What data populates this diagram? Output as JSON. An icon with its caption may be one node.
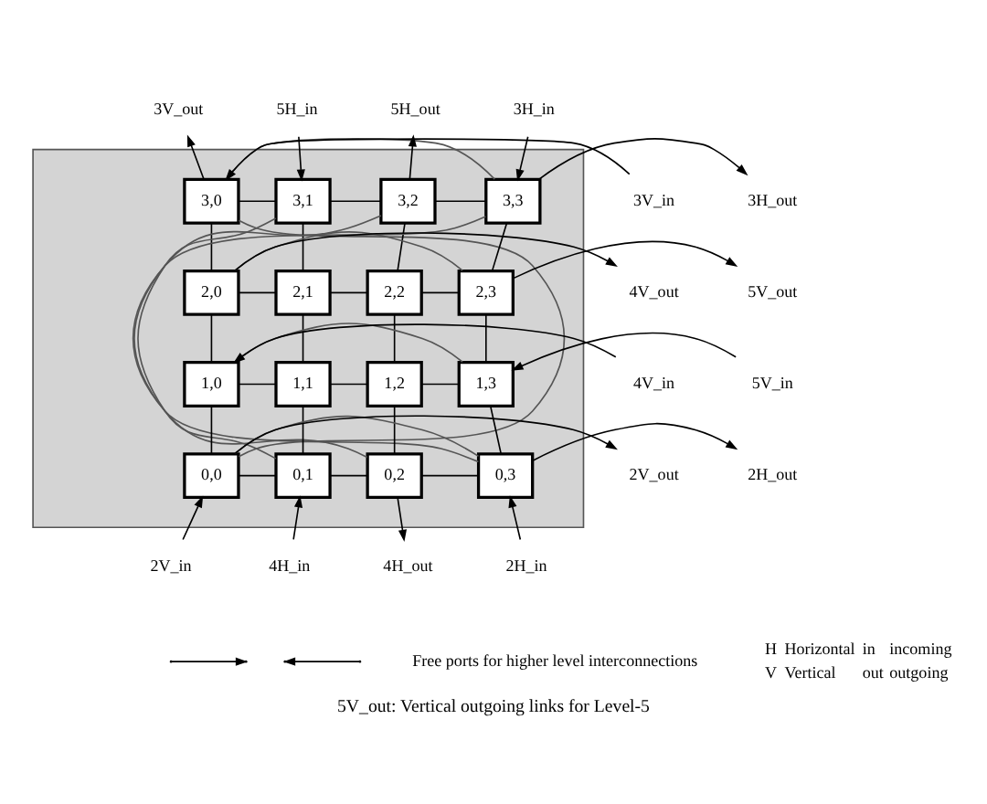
{
  "diagram": {
    "caption": "5V_out: Vertical outgoing links for Level-5",
    "nodes": [
      {
        "text": [],
        "shape": "box"
      },
      {
        "text": [
          "3,0"
        ],
        "in": 0
      },
      {
        "text": [
          "3,1"
        ],
        "in": 0
      },
      {
        "text": [
          "3,2"
        ],
        "in": 0
      },
      {
        "text": [
          "3,3"
        ],
        "in": 0
      },
      {
        "text": [
          "2,0"
        ],
        "in": 0
      },
      {
        "text": [
          "2,1"
        ],
        "in": 0
      },
      {
        "text": [
          "2,2"
        ],
        "in": 0
      },
      {
        "text": [
          "2,3"
        ],
        "in": 0
      },
      {
        "text": [
          "1,0"
        ],
        "in": 0
      },
      {
        "text": [
          "1,1"
        ],
        "in": 0
      },
      {
        "text": [
          "1,2"
        ],
        "in": 0
      },
      {
        "text": [
          "1,3"
        ],
        "in": 0
      },
      {
        "text": [
          "0,0"
        ],
        "in": 0
      },
      {
        "text": [
          "0,1"
        ],
        "in": 0
      },
      {
        "text": [
          "0,2"
        ],
        "in": 0
      },
      {
        "text": [
          "0,3"
        ],
        "in": 0
      },
      {
        "text": [
          "3V_out"
        ]
      },
      {
        "text": [
          "5H_in"
        ]
      },
      {
        "text": [
          "5H_out"
        ]
      },
      {
        "text": [
          "3H_in"
        ]
      },
      {
        "text": [
          "3V_in"
        ]
      },
      {
        "text": [
          "3H_out"
        ]
      },
      {
        "text": [
          "4V_out"
        ]
      },
      {
        "text": [
          "5V_out"
        ]
      },
      {
        "text": [
          "4V_in"
        ]
      },
      {
        "text": [
          "5V_in"
        ]
      },
      {
        "text": [
          "2V_out"
        ]
      },
      {
        "text": [
          "2H_out"
        ]
      },
      {
        "text": [
          "2V_in"
        ]
      },
      {
        "text": [
          "4H_in"
        ]
      },
      {
        "text": [
          "4H_out"
        ]
      },
      {
        "text": [
          "2H_in"
        ]
      }
    ],
    "edges": [
      {
        "from": 1,
        "to": 2,
        "arrow": "none"
      },
      {
        "from": 2,
        "to": 3,
        "arrow": "none"
      },
      {
        "from": 3,
        "to": 4,
        "arrow": "none"
      },
      {
        "from": 5,
        "to": 6,
        "arrow": "none"
      },
      {
        "from": 6,
        "to": 7,
        "arrow": "none"
      },
      {
        "from": 7,
        "to": 8,
        "arrow": "none"
      },
      {
        "from": 9,
        "to": 10,
        "arrow": "none"
      },
      {
        "from": 10,
        "to": 11,
        "arrow": "none"
      },
      {
        "from": 11,
        "to": 12,
        "arrow": "none"
      },
      {
        "from": 13,
        "to": 14,
        "arrow": "none"
      },
      {
        "from": 14,
        "to": 15,
        "arrow": "none"
      },
      {
        "from": 15,
        "to": 16,
        "arrow": "none"
      },
      {
        "from": 1,
        "to": 5,
        "arrow": "none"
      },
      {
        "from": 5,
        "to": 9,
        "arrow": "none"
      },
      {
        "from": 9,
        "to": 13,
        "arrow": "none"
      },
      {
        "from": 2,
        "to": 6,
        "arrow": "none"
      },
      {
        "from": 6,
        "to": 10,
        "arrow": "none"
      },
      {
        "from": 10,
        "to": 14,
        "arrow": "none"
      },
      {
        "from": 3,
        "to": 7,
        "arrow": "none"
      },
      {
        "from": 7,
        "to": 11,
        "arrow": "none"
      },
      {
        "from": 11,
        "to": 15,
        "arrow": "none"
      },
      {
        "from": 4,
        "to": 8,
        "arrow": "none"
      },
      {
        "from": 8,
        "to": 12,
        "arrow": "none"
      },
      {
        "from": 12,
        "to": 16,
        "arrow": "none"
      },
      {
        "from": 1,
        "to": 4,
        "arrow": "none"
      },
      {
        "from": 5,
        "to": 8,
        "arrow": "none"
      },
      {
        "from": 9,
        "to": 12,
        "arrow": "none"
      },
      {
        "from": 13,
        "to": 16,
        "arrow": "none"
      },
      {
        "from": 1,
        "to": 13,
        "arrow": "none"
      },
      {
        "from": 2,
        "to": 14,
        "arrow": "none"
      },
      {
        "from": 3,
        "to": 15,
        "arrow": "none"
      },
      {
        "from": 4,
        "to": 16,
        "arrow": "none"
      },
      {
        "from": 1,
        "to": 17,
        "arrow": "to"
      },
      {
        "from": 18,
        "to": 2,
        "arrow": "to"
      },
      {
        "from": 3,
        "to": 19,
        "arrow": "to"
      },
      {
        "from": 20,
        "to": 4,
        "arrow": "to"
      },
      {
        "from": 21,
        "to": 1,
        "arrow": "to"
      },
      {
        "from": 4,
        "to": 22,
        "arrow": "to"
      },
      {
        "from": 5,
        "to": 23,
        "arrow": "to"
      },
      {
        "from": 8,
        "to": 24,
        "arrow": "to"
      },
      {
        "from": 25,
        "to": 9,
        "arrow": "to"
      },
      {
        "from": 26,
        "to": 12,
        "arrow": "to"
      },
      {
        "from": 13,
        "to": 27,
        "arrow": "to"
      },
      {
        "from": 16,
        "to": 28,
        "arrow": "to"
      },
      {
        "from": 29,
        "to": 13,
        "arrow": "to"
      },
      {
        "from": 30,
        "to": 14,
        "arrow": "to"
      },
      {
        "from": 15,
        "to": 31,
        "arrow": "to"
      },
      {
        "from": 32,
        "to": 16,
        "arrow": "to"
      }
    ],
    "labels": [
      "H",
      "Horizontal",
      "in",
      "incoming",
      "V",
      "Vertical",
      "out",
      "outgoing"
    ],
    "legend": [
      {
        "text": "Free ports for higher level interconnections"
      }
    ]
  }
}
